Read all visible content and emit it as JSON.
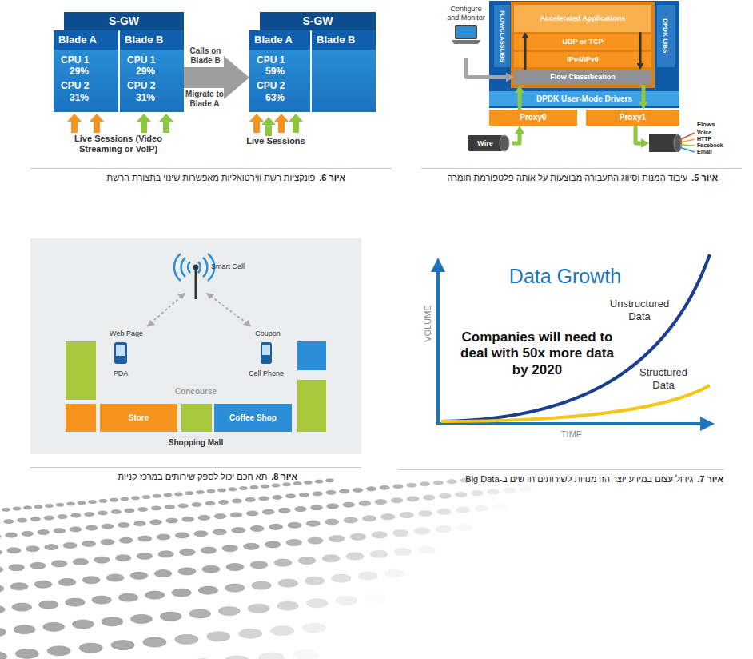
{
  "diagram": {
    "nodes": [
      {
        "text": [
          "S-GW"
        ]
      },
      {
        "text": [
          "Blade A",
          "CPU 1",
          "29%",
          "CPU 2",
          "31%"
        ],
        "in": 0
      },
      {
        "text": [
          "Blade B",
          "CPU 1",
          "29%",
          "CPU 2",
          "31%"
        ],
        "in": 0
      },
      {
        "text": [
          "S-GW"
        ]
      },
      {
        "text": [
          "Blade A",
          "CPU 1",
          "59%",
          "CPU 2",
          "63%"
        ],
        "in": 3
      },
      {
        "text": [
          "Blade B"
        ],
        "in": 3
      },
      {
        "text": [
          "Configure and Monitor"
        ]
      },
      {
        "text": [
          "FLOWCLASSLIBS"
        ]
      },
      {
        "text": [
          "Accelerated Applications"
        ]
      },
      {
        "text": [
          "UDP or TCP"
        ]
      },
      {
        "text": [
          "IPv4/IPv6"
        ]
      },
      {
        "text": [
          "Flow Classification"
        ]
      },
      {
        "text": [
          "DPDK LIBS"
        ]
      },
      {
        "text": [
          "DPDK User-Mode Drivers"
        ]
      },
      {
        "text": [
          "Proxy0"
        ]
      },
      {
        "text": [
          "Proxy1"
        ]
      },
      {
        "text": [
          "Wire"
        ]
      },
      {
        "text": [
          "Flows",
          "Voice",
          "HTTP",
          "Facebook",
          "Email"
        ]
      },
      {
        "text": [
          "Shopping Mall"
        ]
      },
      {
        "text": [
          "Store"
        ],
        "in": 18
      },
      {
        "text": [
          "Coffee Shop"
        ],
        "in": 18
      }
    ],
    "edges": [
      {
        "from": 2,
        "to": 4,
        "arrow": "to",
        "label": "Calls on Blade B"
      },
      {
        "from": 6,
        "to": 11,
        "arrow": "to"
      },
      {
        "from": 16,
        "to": 14,
        "arrow": "to"
      },
      {
        "from": 14,
        "to": 11,
        "arrow": "to"
      },
      {
        "from": 11,
        "to": 15,
        "arrow": "to"
      },
      {
        "from": 15,
        "to": 17,
        "arrow": "to"
      },
      {
        "from": 11,
        "to": 8,
        "arrow": "to"
      },
      {
        "from": 8,
        "to": 11,
        "arrow": "to"
      }
    ],
    "labels": [
      "Migrate to Blade A",
      "Live Sessions (Video Streaming or VoIP)",
      "Live Sessions",
      "איור 6.",
      "פונקציות רשת ווירטואליות מאפשרות שינוי בתצורת הרשת",
      "איור 5.",
      "עיבוד המנות וסיווג התעבורה מבוצעות על אותה פלטפורמת חומרה",
      "Smart Cell",
      "Web Page",
      "Coupon",
      "PDA",
      "Cell Phone",
      "Concourse",
      "איור 8.",
      "תא חכם יכול לספק שירותים במרכז קניות",
      "Data Growth",
      "VOLUME",
      "TIME",
      "Companies will need to deal with 50x more data by 2020",
      "Unstructured Data",
      "Structured Data",
      "איור 7.",
      "גידול עצום במידע יוצר הזדמנויות לשירותים חדשים ב-Big Data"
    ]
  }
}
